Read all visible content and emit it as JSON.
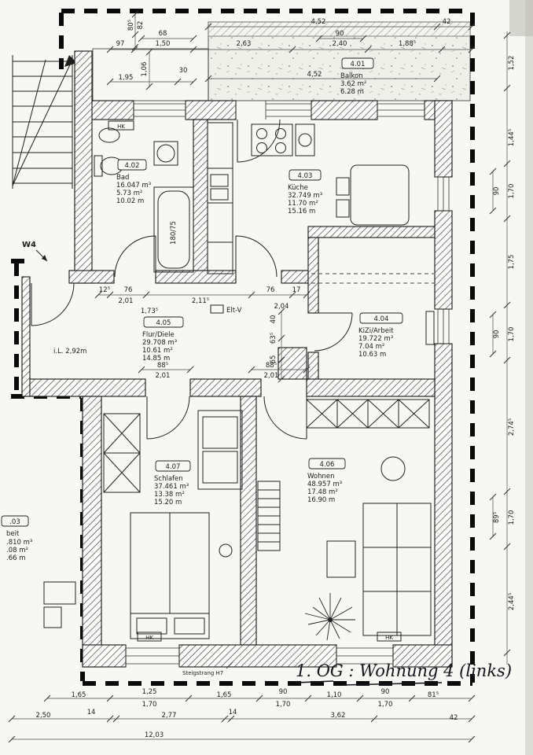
{
  "title": {
    "handwritten": "1. OG : Wohnung 4  (links)"
  },
  "rooms": {
    "balkon": {
      "id": "4.01",
      "name": "Balkon",
      "area": "3.62 m²",
      "perimeter": "6.28 m"
    },
    "bad": {
      "id": "4.02",
      "name": "Bad",
      "volume": "16.047 m³",
      "area": "5.73 m²",
      "perimeter": "10.02 m"
    },
    "kueche": {
      "id": "4.03",
      "name": "Küche",
      "volume": "32.749 m³",
      "area": "11.70 m²",
      "perimeter": "15.16 m"
    },
    "kizi": {
      "id": "4.04",
      "name": "KiZi/Arbeit",
      "volume": "19.722 m³",
      "area": "7.04 m²",
      "perimeter": "10.63 m"
    },
    "flur": {
      "id": "4.05",
      "name": "Flur/Diele",
      "volume": "29.708 m³",
      "area": "10.61 m²",
      "perimeter": "14.85 m"
    },
    "wohnen": {
      "id": "4.06",
      "name": "Wohnen",
      "volume": "48.957 m³",
      "area": "17.48 m²",
      "perimeter": "16.90 m"
    },
    "schlafen": {
      "id": "4.07",
      "name": "Schlafen",
      "volume": "37.461 m³",
      "area": "13.38 m²",
      "perimeter": "15.20 m"
    },
    "neighbor_partial": {
      "id": ".03",
      "name": "beit",
      "volume": ".810 m³",
      "area": ".08 m²",
      "perimeter": ".66 m"
    }
  },
  "annotations": {
    "w4": "W4",
    "hk": "HK",
    "tub": "180/75",
    "elt": "Elt-V",
    "inner_width": "i.L. 2,92m",
    "steigstrang": "Steigstrang H7"
  },
  "dims_top": [
    "80⁵",
    "82",
    "97",
    "68",
    "1,50",
    "2,63",
    "4,52",
    "90",
    "2,40",
    "1,88⁵",
    "42",
    "1,95",
    "30",
    "4,52",
    "1,06"
  ],
  "dims_right": [
    "1,52",
    "1,44⁵",
    "90",
    "1,70",
    "1,75",
    "90",
    "1,70",
    "2,74⁵",
    "89⁵",
    "1,70",
    "2,44⁵"
  ],
  "dims_hall": [
    "12⁵",
    "76",
    "2,01",
    "1,73⁵",
    "2,11⁵",
    "76",
    "17",
    "2,04",
    "40",
    "63⁵",
    "65",
    "88⁵",
    "2,01",
    "88⁵",
    "2,01"
  ],
  "dims_bottom": [
    "1,65",
    "1,25",
    "1,70",
    "1,65",
    "90",
    "1,70",
    "1,10",
    "90",
    "1,70",
    "81⁵",
    "2,50",
    "14",
    "2,77",
    "14",
    "3,62",
    "42",
    "12,03"
  ]
}
